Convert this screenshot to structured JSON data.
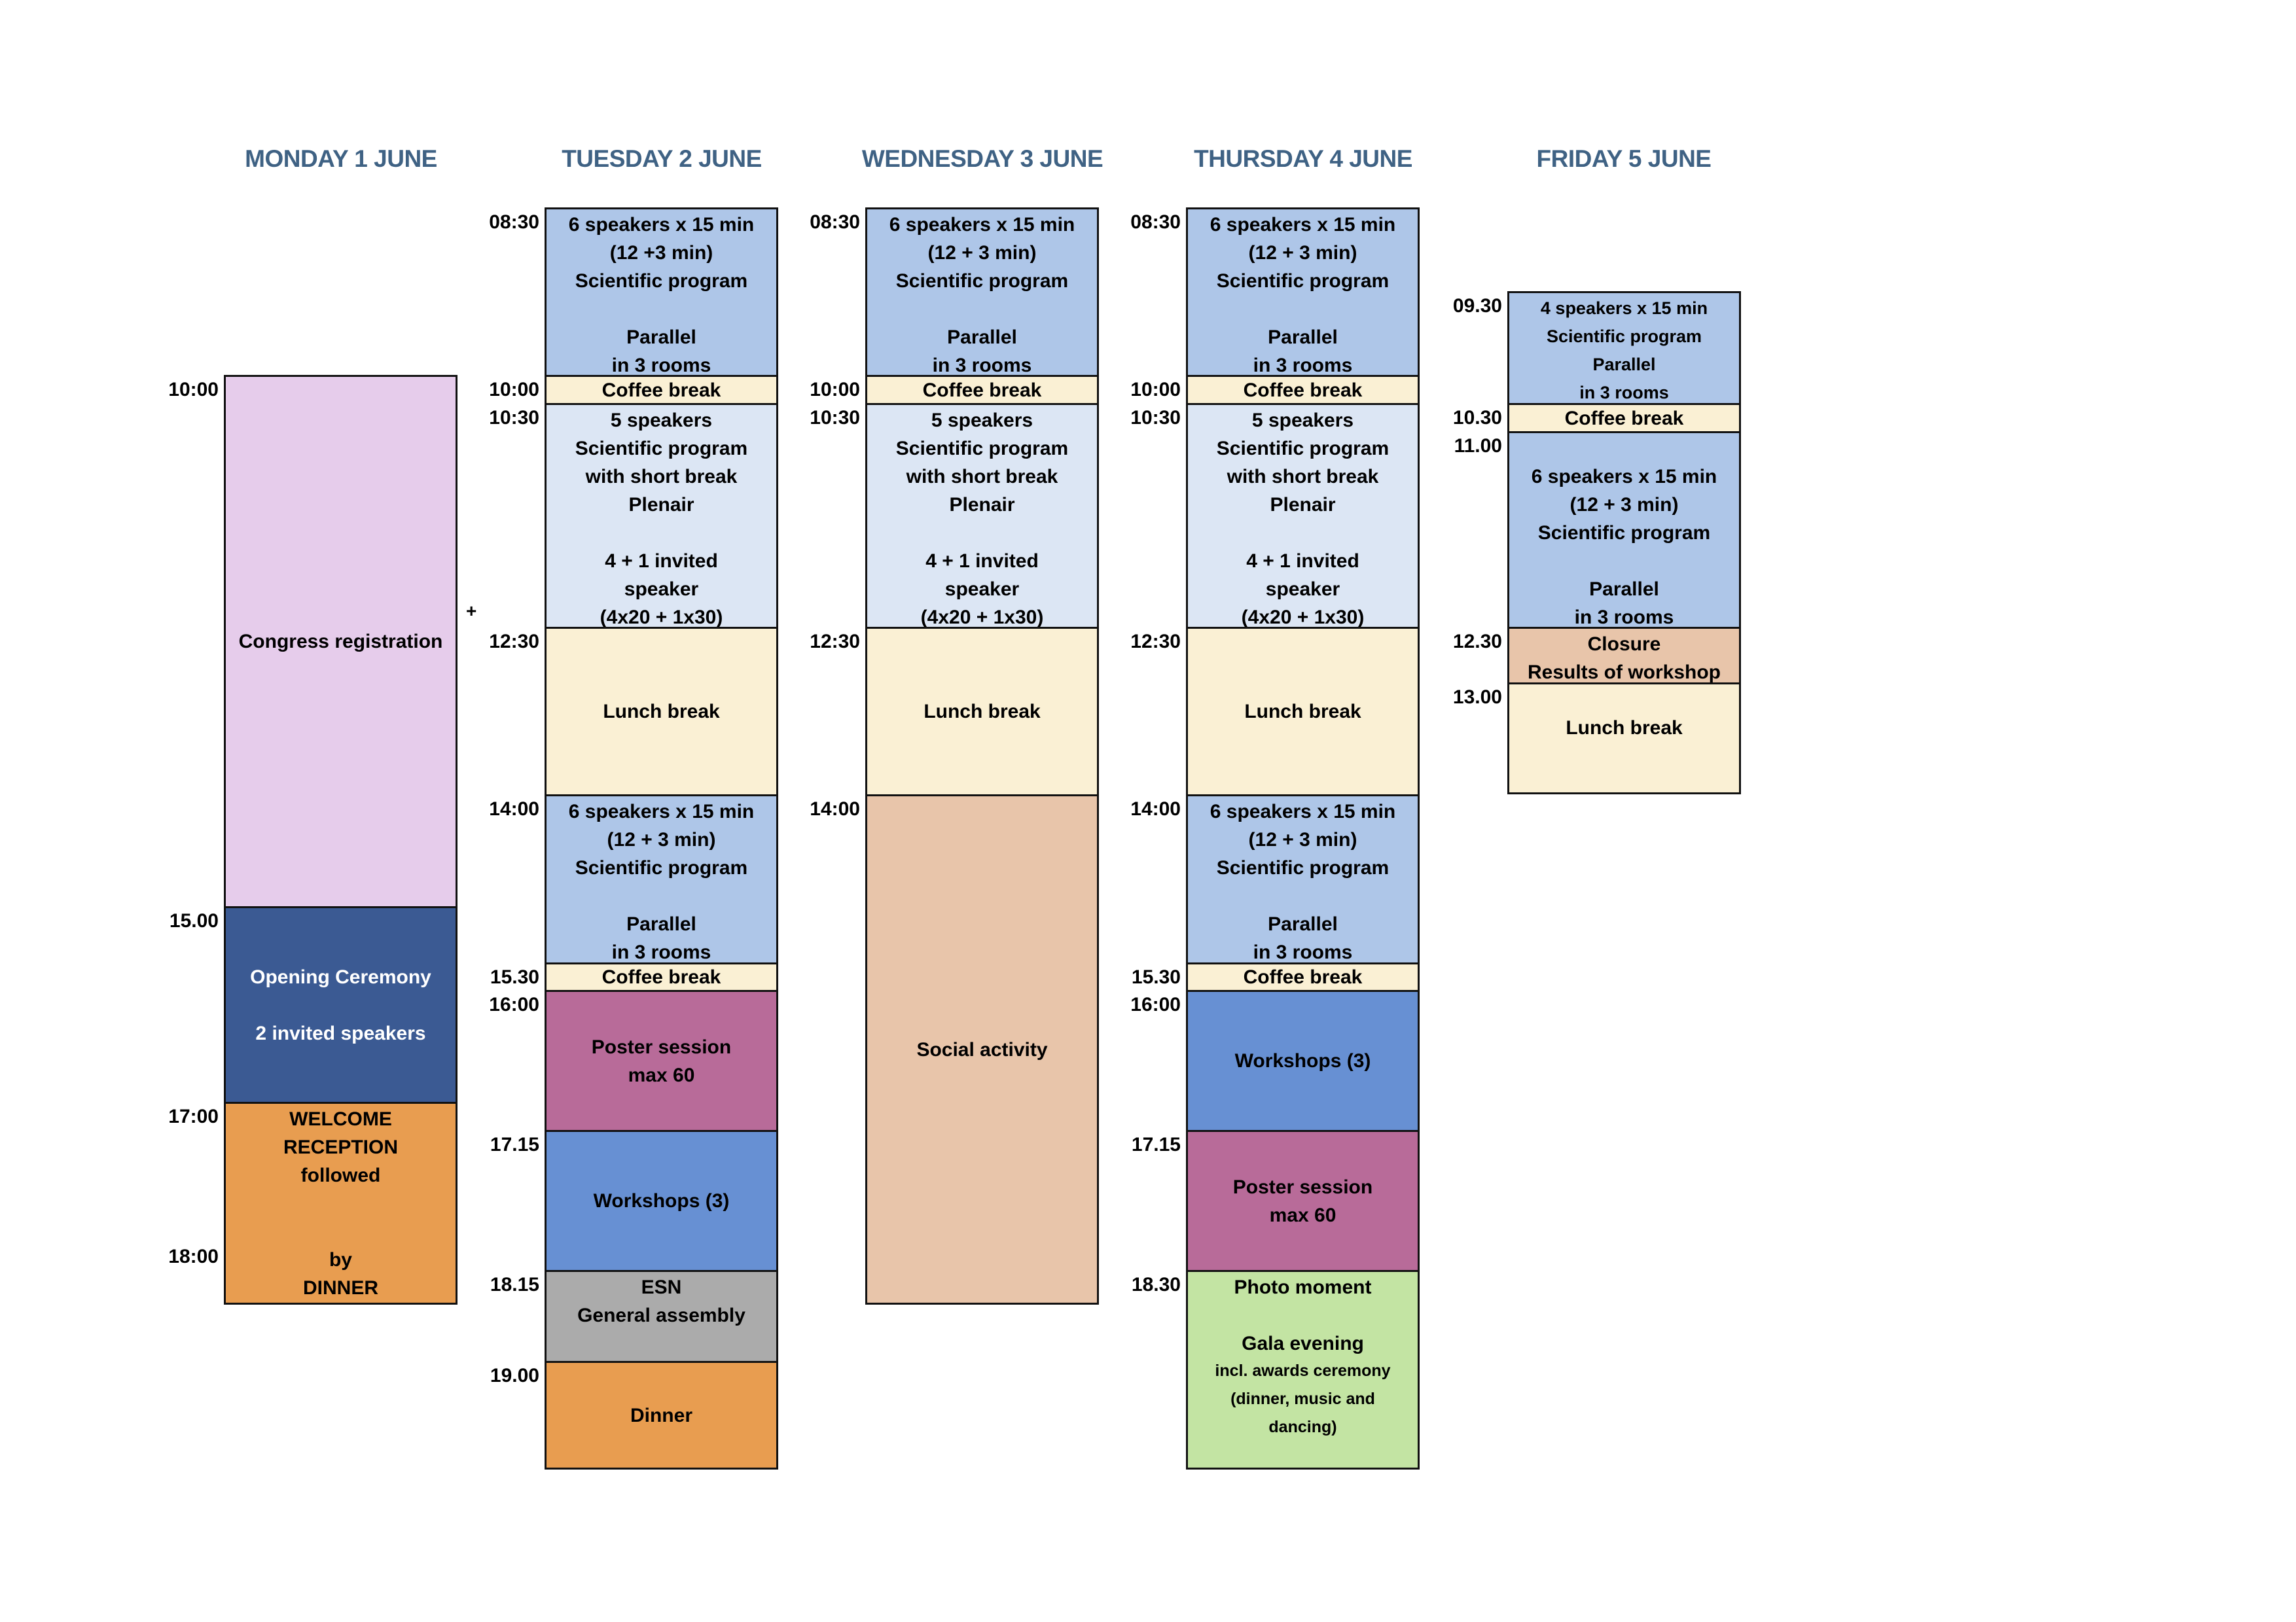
{
  "days": [
    {
      "name": "MONDAY 1 JUNE"
    },
    {
      "name": "TUESDAY 2 JUNE"
    },
    {
      "name": "WEDNESDAY 3 JUNE"
    },
    {
      "name": "THURSDAY 4 JUNE"
    },
    {
      "name": "FRIDAY 5 JUNE"
    }
  ],
  "colors": {
    "header": "#3F6284",
    "scientific_parallel": "#AEC6E8",
    "scientific_plenary": "#DCE6F4",
    "break": "#FAF0D4",
    "registration": "#E6CCEB",
    "opening": "#3B5A93",
    "dinner": "#E89D50",
    "poster": "#B86B99",
    "workshop": "#6790D3",
    "assembly": "#ABABAB",
    "social": "#E8C5AA",
    "gala": "#C3E4A3"
  },
  "monday": {
    "times": [
      "10:00",
      "15.00",
      "17:00",
      "18:00"
    ],
    "registration": [
      "Congress registration"
    ],
    "plus": "+",
    "opening": [
      "Opening Ceremony",
      "",
      "2 invited speakers"
    ],
    "reception": [
      "WELCOME",
      "RECEPTION",
      "followed",
      "",
      "",
      "by",
      "DINNER"
    ]
  },
  "tuesday": {
    "times": [
      "08:30",
      "10:00",
      "10:30",
      "12:30",
      "14:00",
      "15.30",
      "16:00",
      "17.15",
      "18.15",
      "19.00"
    ],
    "sci1": [
      "6 speakers x 15 min",
      "(12 +3 min)",
      "Scientific program",
      "",
      "Parallel",
      "in 3 rooms"
    ],
    "coffee1": [
      "Coffee break"
    ],
    "plenary": [
      "5 speakers",
      "Scientific program",
      "with short break",
      "Plenair",
      "",
      "4 + 1 invited",
      "speaker",
      "(4x20 + 1x30)"
    ],
    "lunch": [
      "Lunch break"
    ],
    "sci2": [
      "6 speakers x 15 min",
      "(12 + 3 min)",
      "Scientific program",
      "",
      "Parallel",
      "in 3 rooms"
    ],
    "coffee2": [
      "Coffee break"
    ],
    "poster": [
      "Poster session",
      "max 60"
    ],
    "workshops": [
      "Workshops (3)"
    ],
    "assembly": [
      "ESN",
      "General assembly"
    ],
    "dinner": [
      "Dinner"
    ]
  },
  "wednesday": {
    "times": [
      "08:30",
      "10:00",
      "10:30",
      "12:30",
      "14:00"
    ],
    "sci1": [
      "6 speakers x 15 min",
      "(12 + 3 min)",
      "Scientific program",
      "",
      "Parallel",
      "in 3 rooms"
    ],
    "coffee1": [
      "Coffee break"
    ],
    "plenary": [
      "5 speakers",
      "Scientific program",
      "with short break",
      "Plenair",
      "",
      "4 + 1 invited",
      "speaker",
      "(4x20 + 1x30)"
    ],
    "lunch": [
      "Lunch break"
    ],
    "social": [
      "Social activity"
    ]
  },
  "thursday": {
    "times": [
      "08:30",
      "10:00",
      "10:30",
      "12:30",
      "14:00",
      "15.30",
      "16:00",
      "17.15",
      "18.30"
    ],
    "sci1": [
      "6 speakers x 15 min",
      "(12 + 3 min)",
      "Scientific program",
      "",
      "Parallel",
      "in 3 rooms"
    ],
    "coffee1": [
      "Coffee break"
    ],
    "plenary": [
      "5 speakers",
      "Scientific program",
      "with short break",
      "Plenair",
      "",
      "4 + 1 invited",
      "speaker",
      "(4x20 + 1x30)"
    ],
    "lunch": [
      "Lunch break"
    ],
    "sci2": [
      "6 speakers x 15 min",
      "(12 + 3 min)",
      "Scientific program",
      "",
      "Parallel",
      "in 3 rooms"
    ],
    "coffee2": [
      "Coffee break"
    ],
    "workshops": [
      "Workshops (3)"
    ],
    "poster": [
      "Poster session",
      "max 60"
    ],
    "gala": [
      "Photo moment",
      "",
      "Gala evening"
    ],
    "gala_small": [
      "incl. awards ceremony",
      "(dinner, music and",
      "dancing)"
    ]
  },
  "friday": {
    "times": [
      "09.30",
      "10.30",
      "11.00",
      "12.30",
      "13.00"
    ],
    "sci1": [
      "4 speakers x 15 min",
      "Scientific program",
      "Parallel",
      "in 3 rooms"
    ],
    "coffee1": [
      "Coffee break"
    ],
    "sci2": [
      "",
      "6 speakers x 15 min",
      "(12 + 3 min)",
      "Scientific program",
      "",
      "Parallel",
      "in 3 rooms"
    ],
    "closure": [
      "Closure",
      "Results of workshop"
    ],
    "lunch": [
      "",
      "Lunch break",
      "",
      ""
    ]
  }
}
